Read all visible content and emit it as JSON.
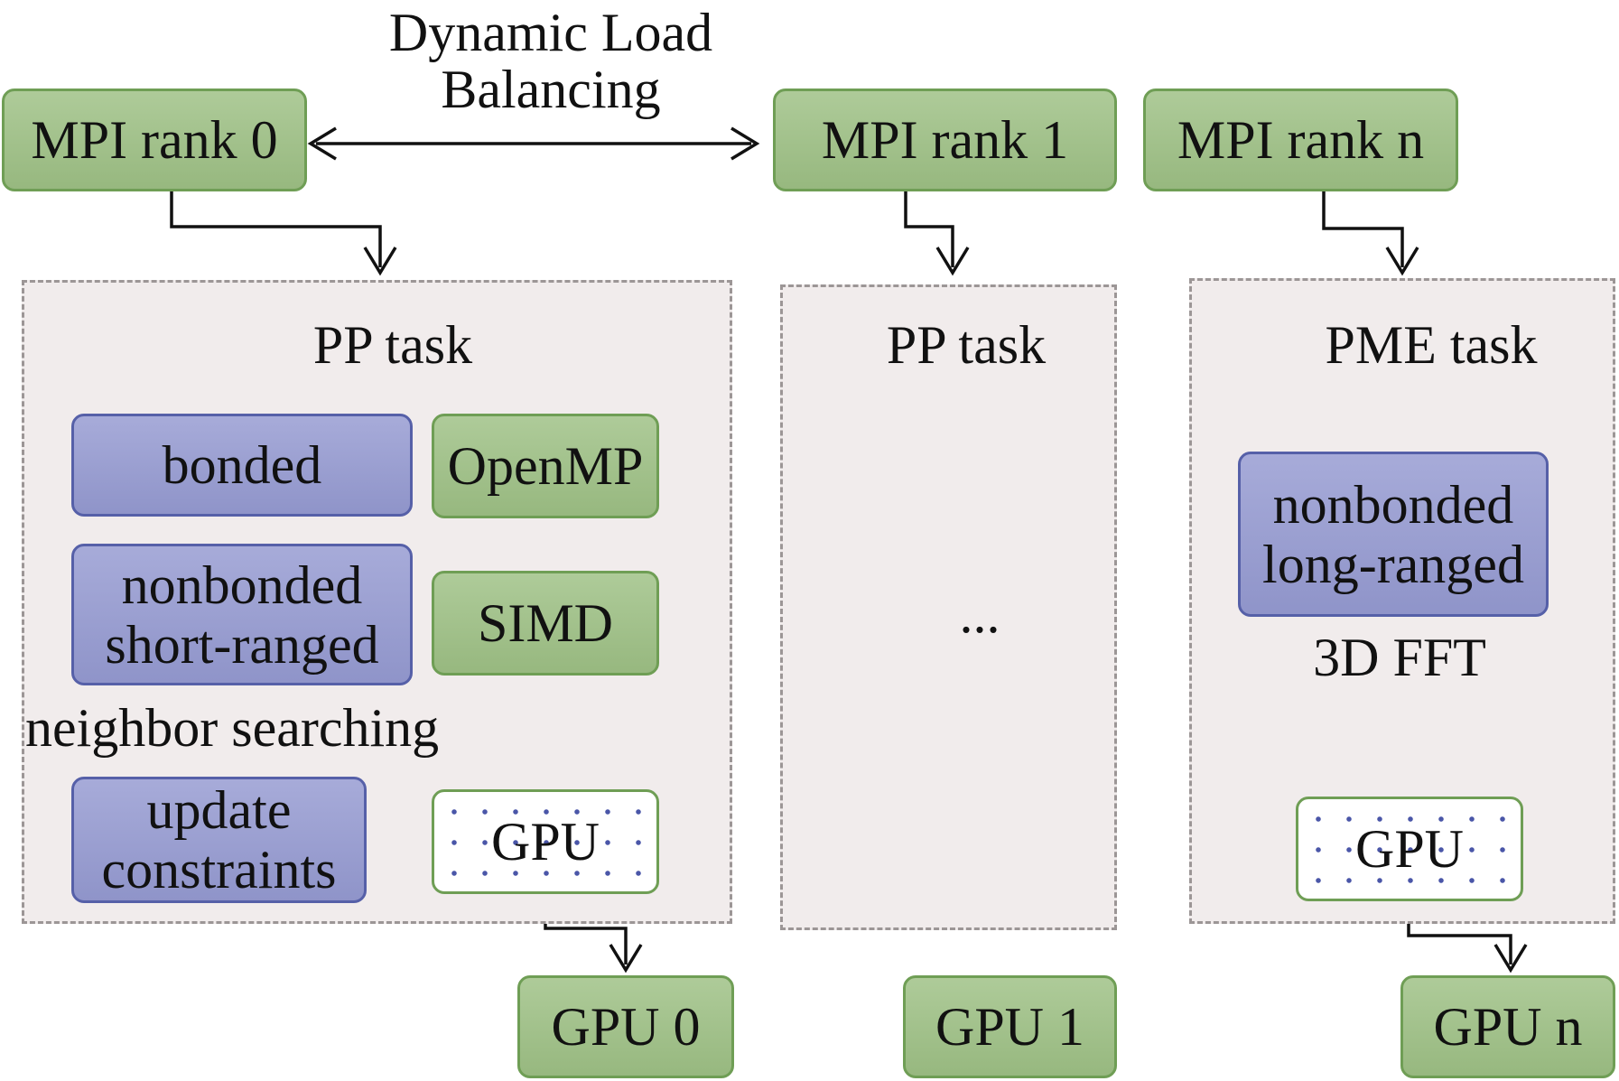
{
  "balancing_label": "Dynamic Load\nBalancing",
  "ranks": [
    {
      "label": "MPI rank 0"
    },
    {
      "label": "MPI rank 1"
    },
    {
      "label": "MPI rank n"
    }
  ],
  "tasks": [
    {
      "title": "PP task",
      "components": {
        "bonded": "bonded",
        "openmp": "OpenMP",
        "nonbonded": "nonbonded\nshort-ranged",
        "simd": "SIMD",
        "neighbor": "neighbor searching",
        "update": "update\nconstraints",
        "gpu": "GPU"
      }
    },
    {
      "title": "PP task",
      "ellipsis": "..."
    },
    {
      "title": "PME task",
      "components": {
        "nonbonded": "nonbonded\nlong-ranged",
        "fft": "3D FFT",
        "gpu": "GPU"
      }
    }
  ],
  "gpus": [
    {
      "label": "GPU 0"
    },
    {
      "label": "GPU 1"
    },
    {
      "label": "GPU n"
    }
  ],
  "colors": {
    "green_fill": "#9fbf88",
    "green_border": "#6f9e55",
    "blue_fill": "#999ed0",
    "blue_border": "#5660a8",
    "task_fill": "#f1ecec",
    "task_border": "#9c9696",
    "dot_color": "#4a56a8",
    "arrow_color": "#111111"
  }
}
